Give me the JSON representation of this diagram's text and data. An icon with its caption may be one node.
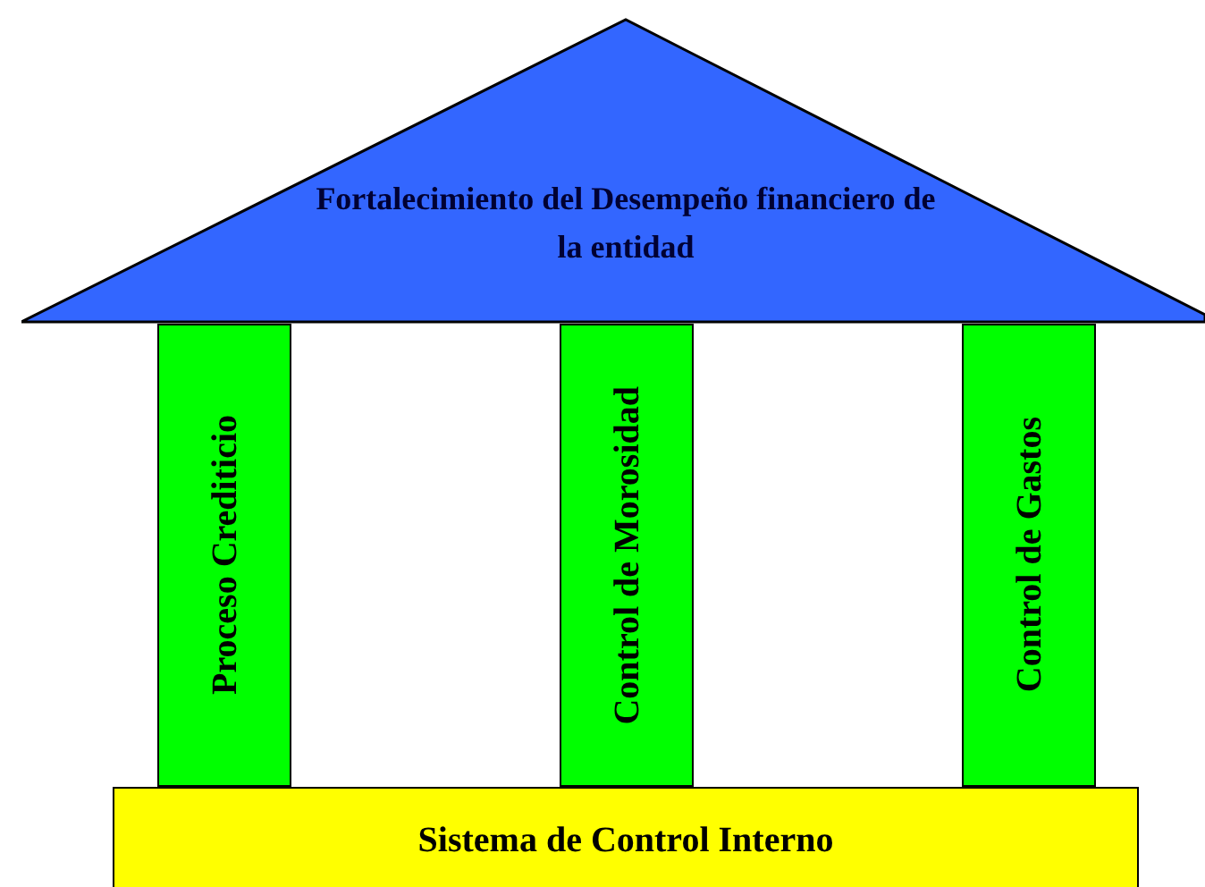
{
  "diagram": {
    "nodes": [
      {
        "text": [
          "Fortalecimiento del Desempeño financiero de la entidad"
        ]
      },
      {
        "text": [
          "Proceso Crediticio"
        ]
      },
      {
        "text": [
          "Control de Morosidad"
        ]
      },
      {
        "text": [
          "Control de Gastos"
        ]
      },
      {
        "text": [
          "Sistema de Control Interno"
        ]
      }
    ]
  }
}
